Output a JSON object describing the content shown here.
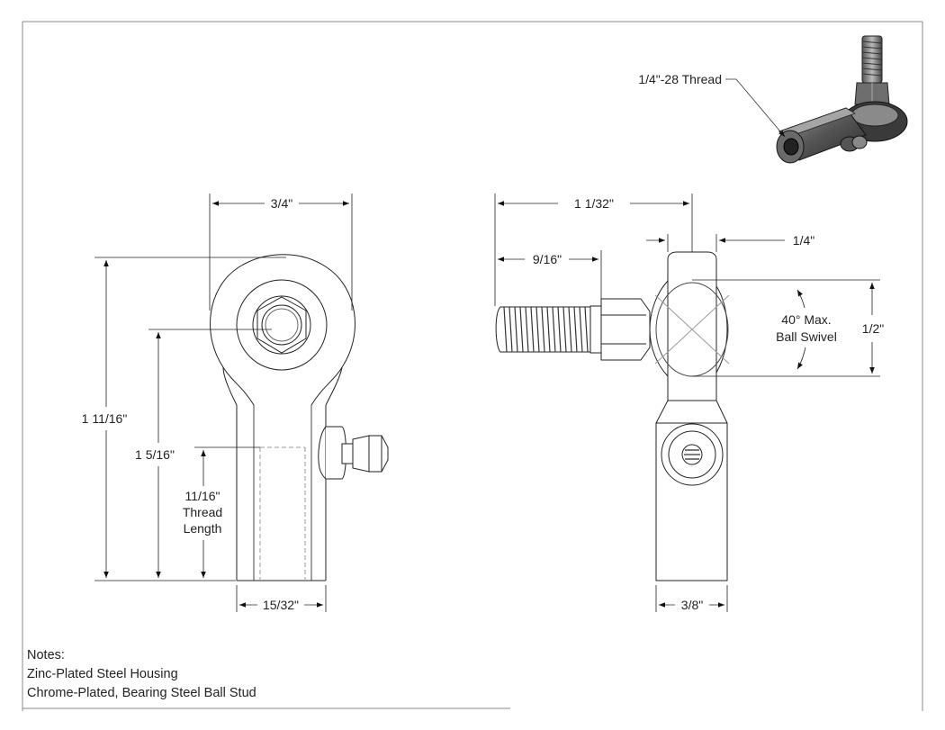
{
  "callouts": {
    "thread_callout": "1/4\"-28 Thread"
  },
  "front_view": {
    "width": "3/4\"",
    "overall_height": "1 11/16\"",
    "center_height": "1 5/16\"",
    "thread_length_value": "11/16\"",
    "thread_length_label_1": "Thread",
    "thread_length_label_2": "Length",
    "shank_width": "15/32\""
  },
  "side_view": {
    "overall_length": "1 1/32\"",
    "stud_length": "9/16\"",
    "ball_width": "1/4\"",
    "ball_height": "1/2\"",
    "swivel_line_1": "40° Max.",
    "swivel_line_2": "Ball Swivel",
    "body_width": "3/8\""
  },
  "notes": {
    "heading": "Notes:",
    "items": [
      "Zinc-Plated Steel Housing",
      "Chrome-Plated, Bearing Steel Ball Stud"
    ]
  }
}
